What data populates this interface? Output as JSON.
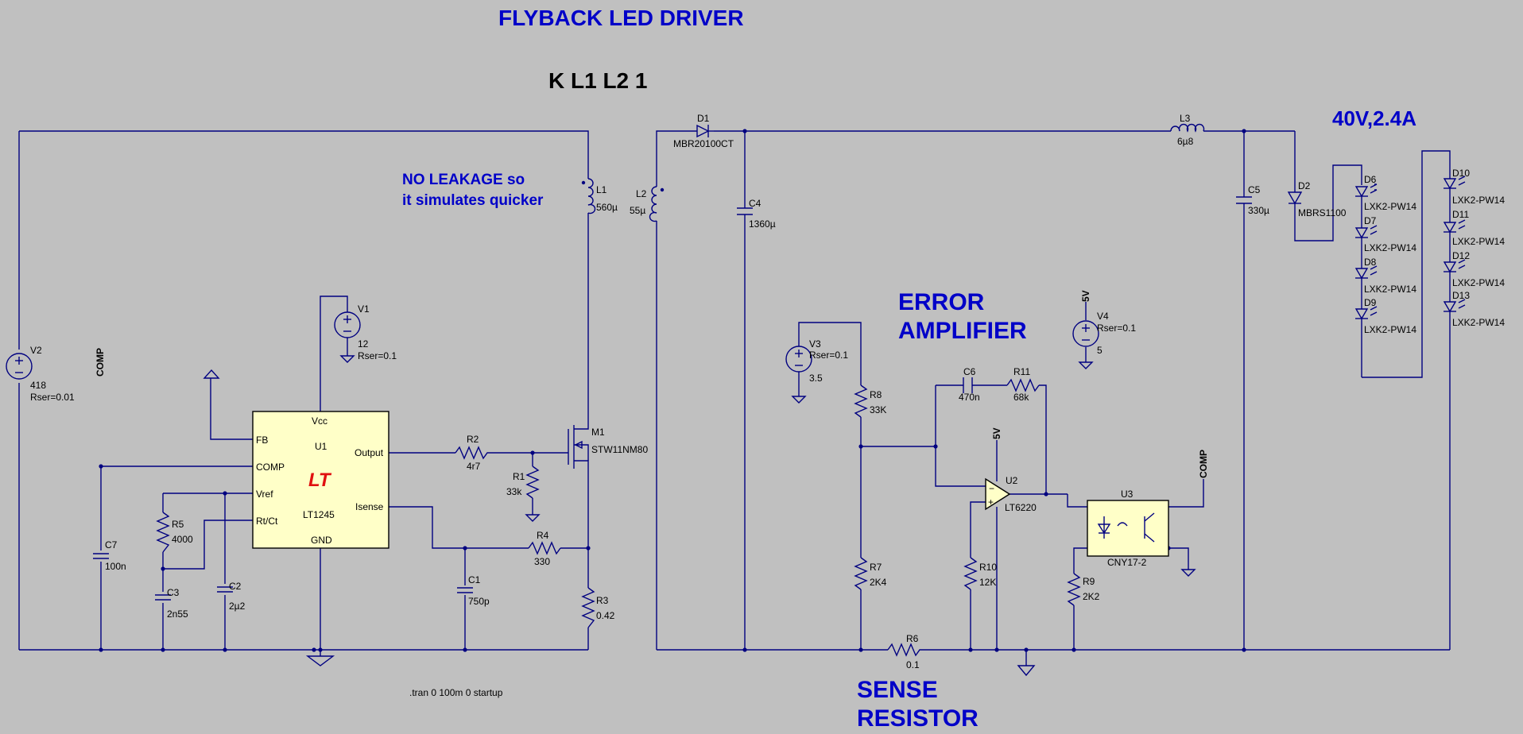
{
  "title": "FLYBACK LED DRIVER",
  "coupling": "K  L1 L2 1",
  "note_line1": "NO LEAKAGE so",
  "note_line2": "it simulates quicker",
  "error_amp_line1": "ERROR",
  "error_amp_line2": "AMPLIFIER",
  "sense_line1": "SENSE",
  "sense_line2": "RESISTOR",
  "output_rating": "40V,2.4A",
  "sim_directive": ".tran 0 100m 0 startup",
  "net_labels": {
    "comp": "COMP",
    "five_v": "5V"
  },
  "ic_u1": {
    "ref": "U1",
    "part": "LT1245",
    "logo": "LT",
    "pins": {
      "vcc": "Vcc",
      "fb": "FB",
      "comp": "COMP",
      "vref": "Vref",
      "rtct": "Rt/Ct",
      "gnd": "GND",
      "output": "Output",
      "isense": "Isense"
    }
  },
  "components": {
    "V1": {
      "ref": "V1",
      "value": "12",
      "extra": "Rser=0.1"
    },
    "V2": {
      "ref": "V2",
      "value": "418",
      "extra": "Rser=0.01"
    },
    "V3": {
      "ref": "V3",
      "value": "3.5",
      "extra": "Rser=0.1"
    },
    "V4": {
      "ref": "V4",
      "value": "5",
      "extra": "Rser=0.1"
    },
    "L1": {
      "ref": "L1",
      "value": "560µ"
    },
    "L2": {
      "ref": "L2",
      "value": "55µ"
    },
    "L3": {
      "ref": "L3",
      "value": "6µ8"
    },
    "D1": {
      "ref": "D1",
      "value": "MBR20100CT"
    },
    "D2": {
      "ref": "D2",
      "value": "MBRS1100"
    },
    "C1": {
      "ref": "C1",
      "value": "750p"
    },
    "C2": {
      "ref": "C2",
      "value": "2µ2"
    },
    "C3": {
      "ref": "C3",
      "value": "2n55"
    },
    "C4": {
      "ref": "C4",
      "value": "1360µ"
    },
    "C5": {
      "ref": "C5",
      "value": "330µ"
    },
    "C6": {
      "ref": "C6",
      "value": "470n"
    },
    "C7": {
      "ref": "C7",
      "value": "100n"
    },
    "R1": {
      "ref": "R1",
      "value": "33k"
    },
    "R2": {
      "ref": "R2",
      "value": "4r7"
    },
    "R3": {
      "ref": "R3",
      "value": "0.42"
    },
    "R4": {
      "ref": "R4",
      "value": "330"
    },
    "R5": {
      "ref": "R5",
      "value": "4000"
    },
    "R6": {
      "ref": "R6",
      "value": "0.1"
    },
    "R7": {
      "ref": "R7",
      "value": "2K4"
    },
    "R8": {
      "ref": "R8",
      "value": "33K"
    },
    "R9": {
      "ref": "R9",
      "value": "2K2"
    },
    "R10": {
      "ref": "R10",
      "value": "12K"
    },
    "R11": {
      "ref": "R11",
      "value": "68k"
    },
    "M1": {
      "ref": "M1",
      "value": "STW11NM80"
    },
    "U2": {
      "ref": "U2",
      "value": "LT6220"
    },
    "U3": {
      "ref": "U3",
      "value": "CNY17-2"
    },
    "D6": {
      "ref": "D6",
      "value": "LXK2-PW14"
    },
    "D7": {
      "ref": "D7",
      "value": "LXK2-PW14"
    },
    "D8": {
      "ref": "D8",
      "value": "LXK2-PW14"
    },
    "D9": {
      "ref": "D9",
      "value": "LXK2-PW14"
    },
    "D10": {
      "ref": "D10",
      "value": "LXK2-PW14"
    },
    "D11": {
      "ref": "D11",
      "value": "LXK2-PW14"
    },
    "D12": {
      "ref": "D12",
      "value": "LXK2-PW14"
    },
    "D13": {
      "ref": "D13",
      "value": "LXK2-PW14"
    }
  },
  "colors": {
    "background": "#c0c0c0",
    "wire": "#000080",
    "annotation": "#0000c8",
    "ic_fill": "#ffffc8",
    "logo": "#e01010"
  }
}
